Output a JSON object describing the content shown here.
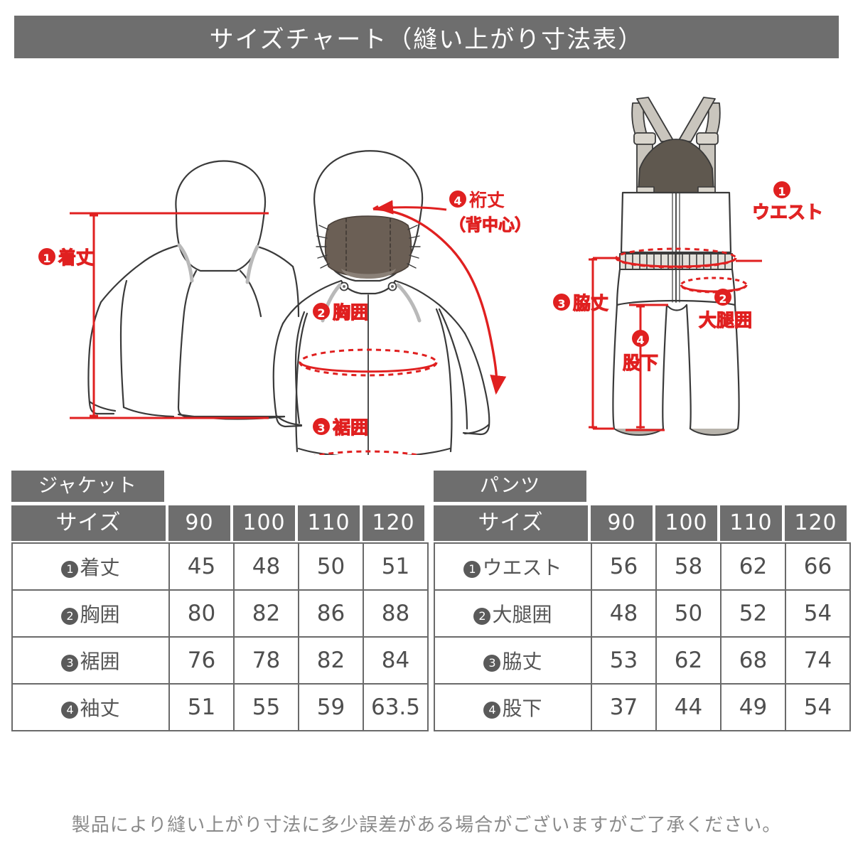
{
  "header": {
    "title": "サイズチャート（縫い上がり寸法表）"
  },
  "colors": {
    "header_gray": "#6e6e6e",
    "red": "#e02020",
    "label_red_fill": "#f5b7b0",
    "outline_dark": "#3a3a3a",
    "fur_brown": "#6b5f55",
    "strap_gray": "#c9c5bd",
    "text_gray": "#4f4f4f"
  },
  "diagram": {
    "jacket": {
      "labels": [
        {
          "num": "❶",
          "text": "着丈",
          "name": "jacket-length"
        },
        {
          "num": "❷",
          "text": "胸囲",
          "name": "jacket-chest"
        },
        {
          "num": "❸",
          "text": "裾囲",
          "name": "jacket-hem"
        },
        {
          "num": "❹",
          "text": "裄丈",
          "sub": "（背中心）",
          "name": "jacket-sleeve"
        }
      ]
    },
    "pants": {
      "labels": [
        {
          "num": "❶",
          "text": "ウエスト",
          "name": "pants-waist"
        },
        {
          "num": "❷",
          "text": "大腿囲",
          "name": "pants-thigh"
        },
        {
          "num": "❸",
          "text": "脇丈",
          "name": "pants-outseam"
        },
        {
          "num": "❹",
          "text": "股下",
          "name": "pants-inseam"
        }
      ]
    }
  },
  "tables": {
    "jacket": {
      "category": "ジャケット",
      "size_header": "サイズ",
      "sizes": [
        "90",
        "100",
        "110",
        "120"
      ],
      "rows": [
        {
          "num": "❶",
          "label": "着丈",
          "values": [
            "45",
            "48",
            "50",
            "51"
          ]
        },
        {
          "num": "❷",
          "label": "胸囲",
          "values": [
            "80",
            "82",
            "86",
            "88"
          ]
        },
        {
          "num": "❸",
          "label": "裾囲",
          "values": [
            "76",
            "78",
            "82",
            "84"
          ]
        },
        {
          "num": "❹",
          "label": "袖丈",
          "values": [
            "51",
            "55",
            "59",
            "63.5"
          ]
        }
      ]
    },
    "pants": {
      "category": "パンツ",
      "size_header": "サイズ",
      "sizes": [
        "90",
        "100",
        "110",
        "120"
      ],
      "rows": [
        {
          "num": "❶",
          "label": "ウエスト",
          "values": [
            "56",
            "58",
            "62",
            "66"
          ]
        },
        {
          "num": "❷",
          "label": "大腿囲",
          "values": [
            "48",
            "50",
            "52",
            "54"
          ]
        },
        {
          "num": "❸",
          "label": "脇丈",
          "values": [
            "53",
            "62",
            "68",
            "74"
          ]
        },
        {
          "num": "❹",
          "label": "股下",
          "values": [
            "37",
            "44",
            "49",
            "54"
          ]
        }
      ]
    }
  },
  "footer": {
    "note": "製品により縫い上がり寸法に多少誤差がある場合がございますがご了承ください。"
  }
}
